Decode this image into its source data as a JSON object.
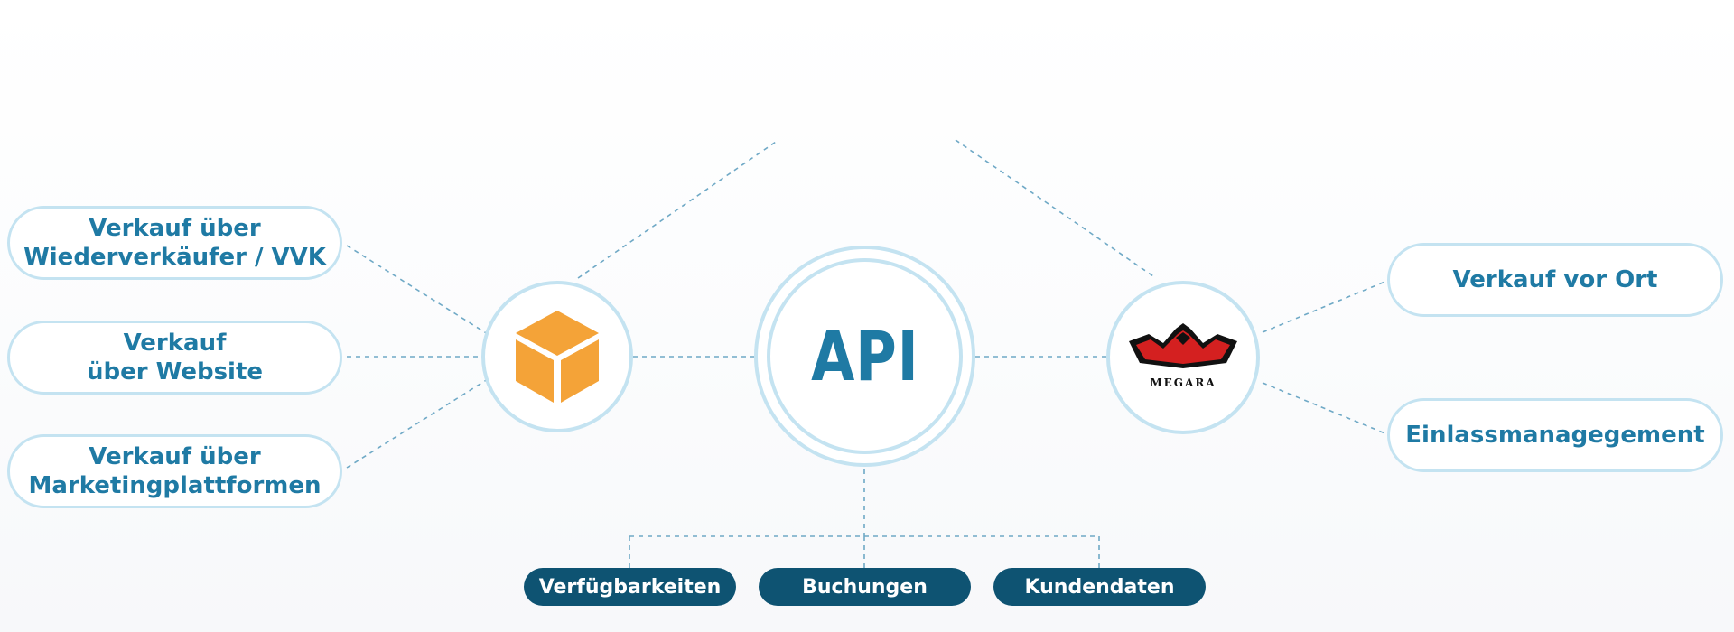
{
  "center": {
    "label": "API"
  },
  "left_nodes": [
    {
      "label": "Verkauf über\nWiederverkäufer / VVK"
    },
    {
      "label": "Verkauf\nüber Website"
    },
    {
      "label": "Verkauf über\nMarketingplattformen"
    }
  ],
  "right_nodes": [
    {
      "label": "Verkauf vor Ort"
    },
    {
      "label": "Einlassmanagegement"
    }
  ],
  "left_hub": {
    "icon": "orange-cube-icon"
  },
  "right_hub": {
    "logo_text": "MEGARA"
  },
  "bottom_tags": [
    {
      "label": "Verfügbarkeiten"
    },
    {
      "label": "Buchungen"
    },
    {
      "label": "Kundendaten"
    }
  ],
  "colors": {
    "node_border": "#c4e3f1",
    "node_text": "#1f7aa4",
    "tag_background": "#0e5372",
    "tag_text": "#ffffff",
    "cube_orange": "#f4a338",
    "logo_red": "#d42020",
    "connector": "#6fa9c6"
  }
}
